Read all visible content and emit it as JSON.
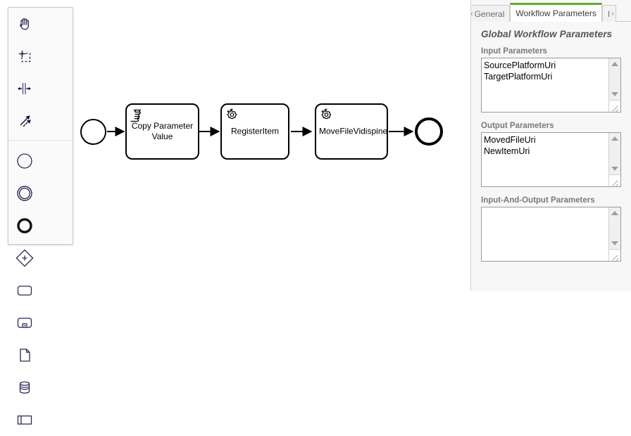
{
  "palette": {
    "tools": [
      {
        "name": "hand-tool",
        "icon": "hand-icon",
        "title": "Activate the hand tool"
      },
      {
        "name": "lasso-tool",
        "icon": "lasso-select-icon",
        "title": "Activate the lasso tool"
      },
      {
        "name": "space-tool",
        "icon": "space-tool-icon",
        "title": "Activate the create/remove space tool"
      },
      {
        "name": "global-connect-tool",
        "icon": "connect-arrow-icon",
        "title": "Activate the global connect tool"
      }
    ],
    "shapes": [
      {
        "name": "create-start-event",
        "icon": "start-event-icon",
        "title": "Create StartEvent"
      },
      {
        "name": "create-intermediate-event",
        "icon": "intermediate-event-icon",
        "title": "Create Intermediate/Boundary Event"
      },
      {
        "name": "create-end-event",
        "icon": "end-event-icon",
        "title": "Create EndEvent"
      },
      {
        "name": "create-gateway",
        "icon": "gateway-icon",
        "title": "Create Gateway"
      },
      {
        "name": "create-task",
        "icon": "task-icon",
        "title": "Create Task"
      },
      {
        "name": "create-subprocess",
        "icon": "subprocess-collapsed-icon",
        "title": "Create expanded SubProcess"
      },
      {
        "name": "create-data-object",
        "icon": "data-object-icon",
        "title": "Create DataObjectReference"
      },
      {
        "name": "create-data-store",
        "icon": "data-store-icon",
        "title": "Create DataStoreReference"
      },
      {
        "name": "create-participant",
        "icon": "participant-pool-icon",
        "title": "Create Pool/Participant"
      }
    ]
  },
  "diagram": {
    "start_event": {
      "label": "",
      "type": "start-event"
    },
    "end_event": {
      "label": "",
      "type": "end-event"
    },
    "tasks": [
      {
        "label": "Copy Parameter Value",
        "type": "script-task",
        "icon": "script-task-icon"
      },
      {
        "label": "RegisterItem",
        "type": "service-task",
        "icon": "service-task-gear-icon"
      },
      {
        "label": "MoveFileVidispine",
        "type": "service-task",
        "icon": "service-task-gear-icon"
      }
    ]
  },
  "properties_panel": {
    "tabs": [
      {
        "label": "General",
        "active": false,
        "truncated": true,
        "scroll_arrow": "‹"
      },
      {
        "label": "Workflow Parameters",
        "active": true,
        "truncated": false,
        "scroll_arrow": ""
      },
      {
        "label": "I",
        "active": false,
        "truncated": true,
        "scroll_arrow": "›"
      }
    ],
    "title": "Global Workflow Parameters",
    "sections": [
      {
        "label": "Input Parameters",
        "items": [
          "SourcePlatformUri",
          "TargetPlatformUri"
        ]
      },
      {
        "label": "Output Parameters",
        "items": [
          "MovedFileUri",
          "NewItemUri"
        ]
      },
      {
        "label": "Input-And-Output Parameters",
        "items": []
      }
    ]
  },
  "colors": {
    "accent_green": "#62ac2f",
    "panel_bg": "#f7f7f7",
    "palette_bg": "#fafafa",
    "stroke": "#000000",
    "label_gray": "#7a7a7a"
  }
}
